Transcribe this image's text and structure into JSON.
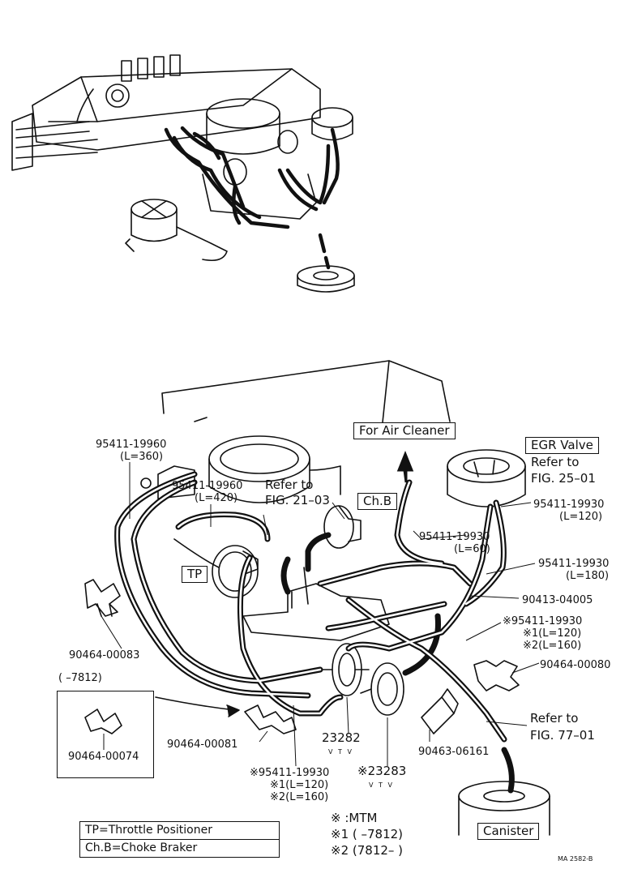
{
  "callouts": {
    "air_cleaner": "For Air Cleaner",
    "egr_valve": "EGR Valve",
    "egr_ref_1": "Refer to",
    "egr_ref_2": "FIG. 25–01",
    "fig21_ref_1": "Refer to",
    "fig21_ref_2": "FIG. 21–03",
    "chb": "Ch.B",
    "tp": "TP",
    "fig77_ref_1": "Refer to",
    "fig77_ref_2": "FIG. 77–01",
    "canister": "Canister"
  },
  "parts": {
    "p1_no": "95411-19960",
    "p1_len": "(L=360)",
    "p2_no": "95411-19960",
    "p2_len": "(L=420)",
    "p3_no": "95411-19930",
    "p3_len": "(L=120)",
    "p4_no": "95411-19930",
    "p4_len": "(L=60)",
    "p5_no": "95411-19930",
    "p5_len": "(L=180)",
    "p6": "90413-04005",
    "p7_no": "※95411-19930",
    "p7_v1": "※1(L=120)",
    "p7_v2": "※2(L=160)",
    "p8": "90464-00083",
    "p9": "90464-00080",
    "p10": "90464-00081",
    "p11": "90464-00074",
    "p12_no": "23282",
    "p12_name": "V T V",
    "p13_no": "※23283",
    "p13_name": "V T V",
    "p14": "90463-06161",
    "p15_no": "※95411-19930",
    "p15_v1": "※1(L=120)",
    "p15_v2": "※2(L=160)",
    "serial_range": "(        –7812)"
  },
  "legend": {
    "tp_def": "TP=Throttle Positioner",
    "chb_def": "Ch.B=Choke Braker"
  },
  "notes": {
    "n0": "※  :MTM",
    "n1": "※1 (        –7812)",
    "n2": "※2 (7812–        )"
  },
  "drawing_code": "MA 2582-B"
}
